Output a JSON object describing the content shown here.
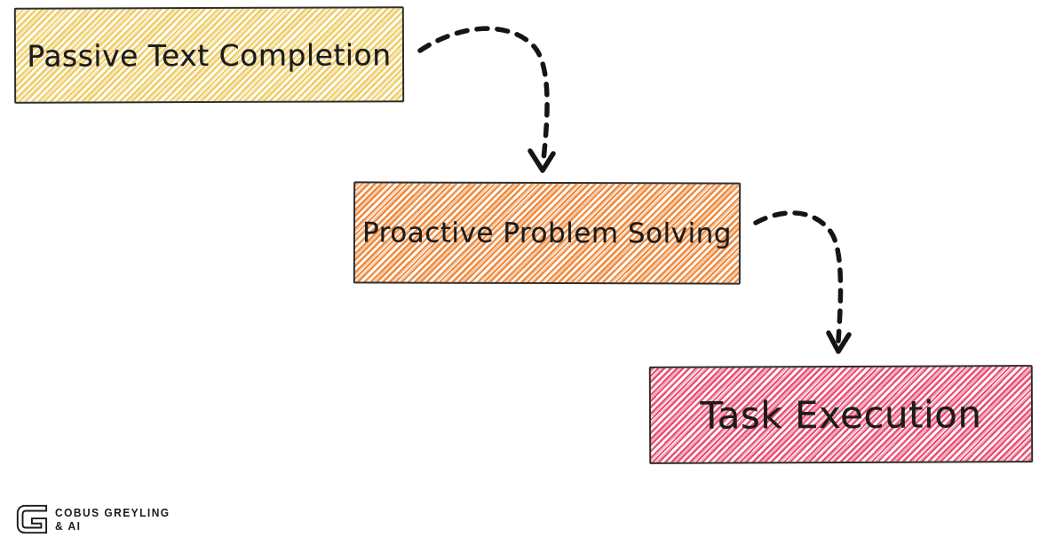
{
  "canvas": {
    "background_color": "#ffffff"
  },
  "diagram": {
    "nodes": [
      {
        "id": "passive-text-completion",
        "label": "Passive Text Completion",
        "fill_color": "#eecb62",
        "border_color": "#2e2e2e",
        "text_color": "#1c1c1c",
        "style": "hand-drawn hatched rectangle"
      },
      {
        "id": "proactive-problem-solving",
        "label": "Proactive Problem Solving",
        "fill_color": "#ee8636",
        "border_color": "#2e2e2e",
        "text_color": "#1c1c1c",
        "style": "hand-drawn hatched rectangle"
      },
      {
        "id": "task-execution",
        "label": "Task Execution",
        "fill_color": "#e84a70",
        "border_color": "#2e2e2e",
        "text_color": "#1c1c1c",
        "style": "hand-drawn hatched rectangle"
      }
    ],
    "connectors": [
      {
        "from": "passive-text-completion",
        "to": "proactive-problem-solving",
        "style": "dashed curved arrow",
        "color": "#151515"
      },
      {
        "from": "proactive-problem-solving",
        "to": "task-execution",
        "style": "dashed curved arrow",
        "color": "#151515"
      }
    ]
  },
  "branding": {
    "logo": "cobus-greyling-monogram-g",
    "line1": "COBUS GREYLING",
    "line2": "& AI",
    "color": "#1a1a1a"
  }
}
